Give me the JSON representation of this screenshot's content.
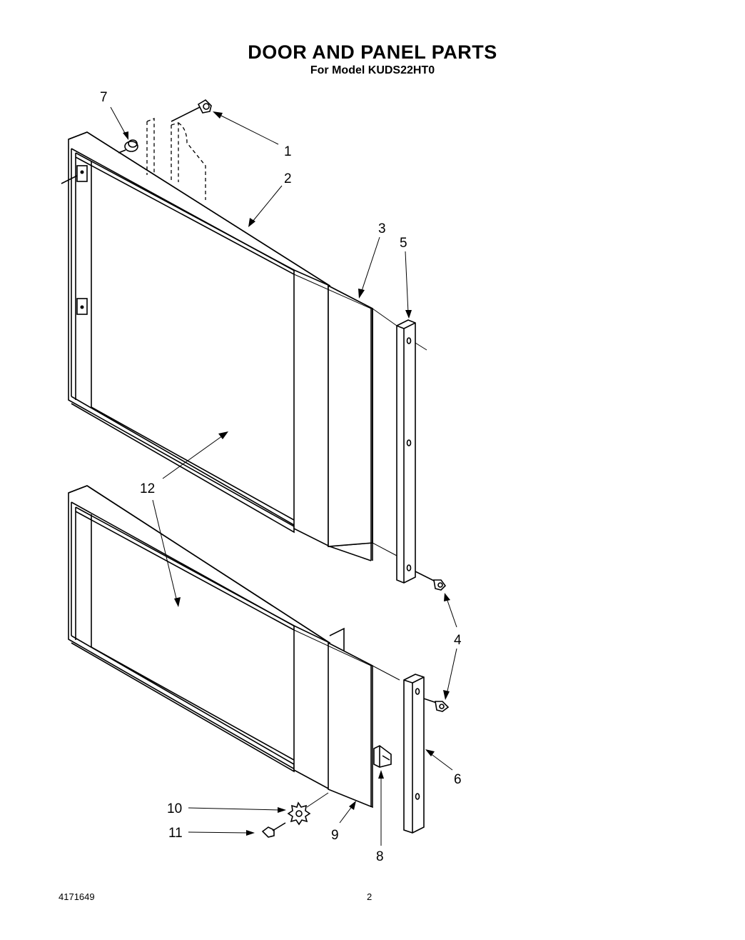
{
  "header": {
    "title": "DOOR AND PANEL PARTS",
    "subtitle": "For Model KUDS22HT0"
  },
  "callouts": [
    "1",
    "2",
    "3",
    "4",
    "5",
    "6",
    "7",
    "8",
    "9",
    "10",
    "11",
    "12"
  ],
  "footer": {
    "doc_number": "4171649",
    "page_number": "2"
  }
}
